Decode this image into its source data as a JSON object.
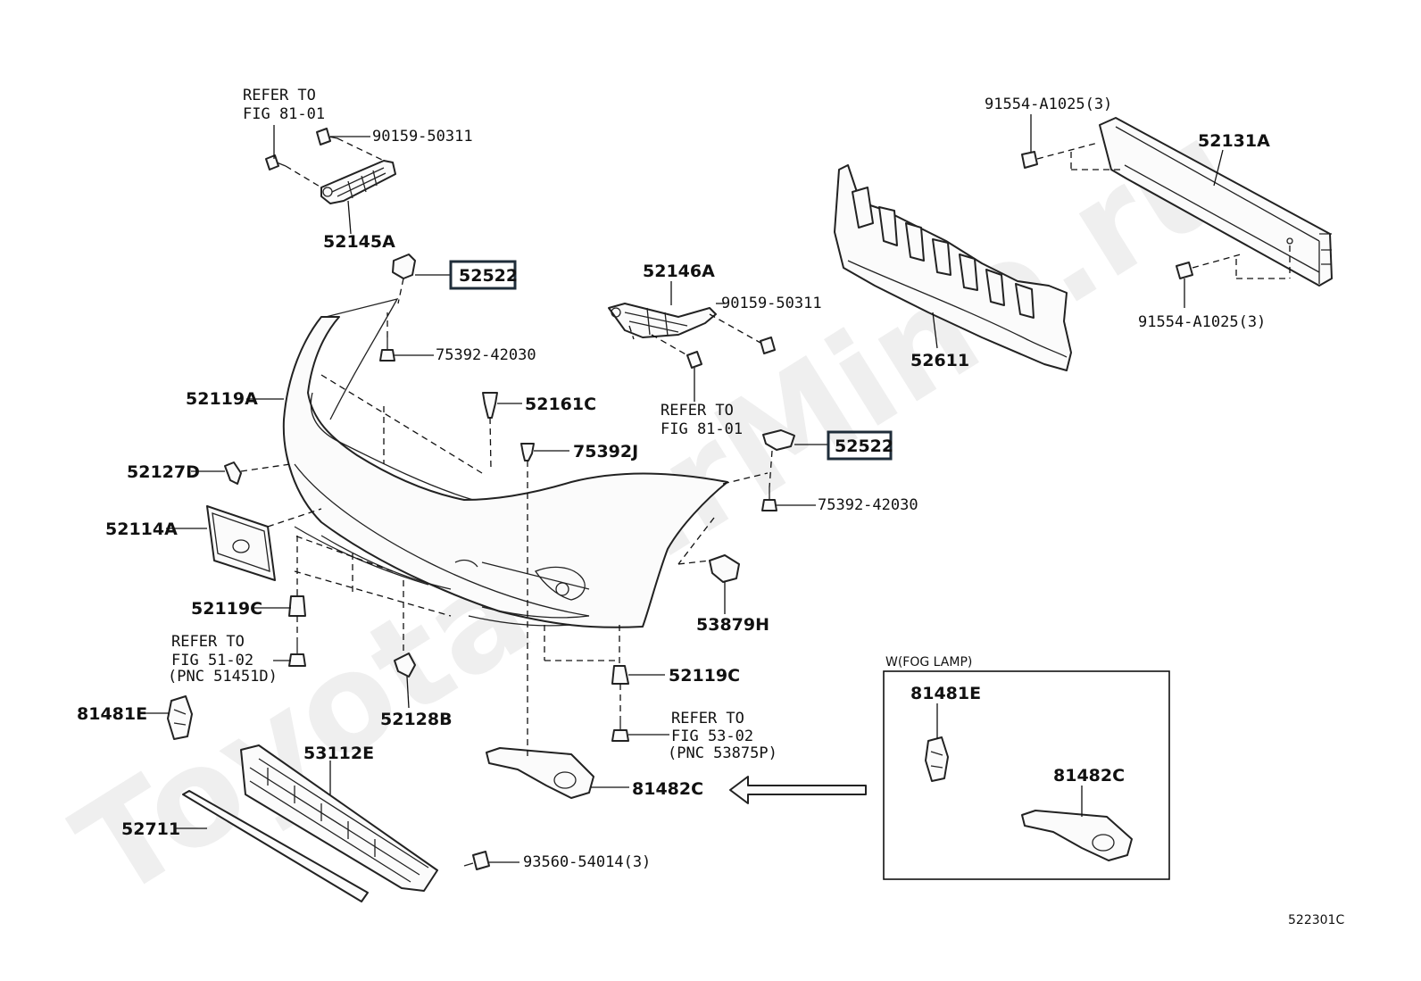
{
  "watermark": "ToyotaCarMine.ru",
  "figure_id": "522301C",
  "variant_label": "W(FOG LAMP)",
  "labels": {
    "p52145A": "52145A",
    "refer_81_01_a_line1": "REFER TO",
    "refer_81_01_a_line2": "FIG 81-01",
    "p90159_a": "90159-50311",
    "p52522_a": "52522",
    "p75392_42030_a": "75392-42030",
    "p52119A": "52119A",
    "p52161C": "52161C",
    "p52127D": "52127D",
    "p75392J": "75392J",
    "p52114A": "52114A",
    "p52119C_a": "52119C",
    "refer_51_02_line1": "REFER TO",
    "refer_51_02_line2": "FIG 51-02",
    "refer_51_02_line3": "(PNC 51451D)",
    "p52128B": "52128B",
    "p81481E_a": "81481E",
    "p53112E": "53112E",
    "p52711": "52711",
    "p93560": "93560-54014(3)",
    "p52146A": "52146A",
    "p90159_b": "90159-50311",
    "refer_81_01_b_line1": "REFER TO",
    "refer_81_01_b_line2": "FIG 81-01",
    "p52522_b": "52522",
    "p75392_42030_b": "75392-42030",
    "p53879H": "53879H",
    "p52119C_b": "52119C",
    "refer_53_02_line1": "REFER TO",
    "refer_53_02_line2": "FIG 53-02",
    "refer_53_02_line3": "(PNC 53875P)",
    "p81482C_a": "81482C",
    "p91554_a": "91554-A1025(3)",
    "p52131A": "52131A",
    "p52611": "52611",
    "p91554_b": "91554-A1025(3)",
    "p81481E_b": "81481E",
    "p81482C_b": "81482C"
  }
}
